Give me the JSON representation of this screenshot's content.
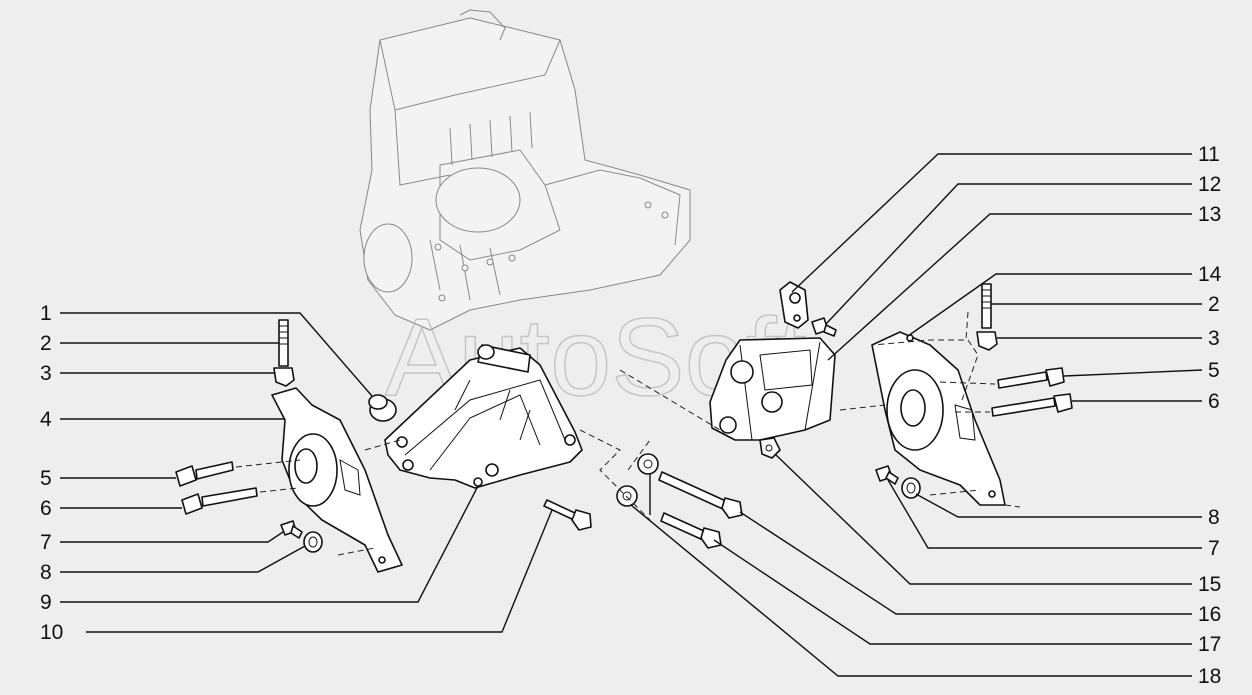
{
  "watermark": {
    "text": "AutoSoft"
  },
  "callouts": {
    "left": [
      "1",
      "2",
      "3",
      "4",
      "5",
      "6",
      "7",
      "8",
      "9",
      "10"
    ],
    "right": [
      "11",
      "12",
      "13",
      "14",
      "2",
      "3",
      "5",
      "6",
      "8",
      "7",
      "15",
      "16",
      "17",
      "18"
    ]
  },
  "colors": {
    "background": "#eeeeee",
    "ink": "#111111",
    "ghost": "#888888"
  }
}
